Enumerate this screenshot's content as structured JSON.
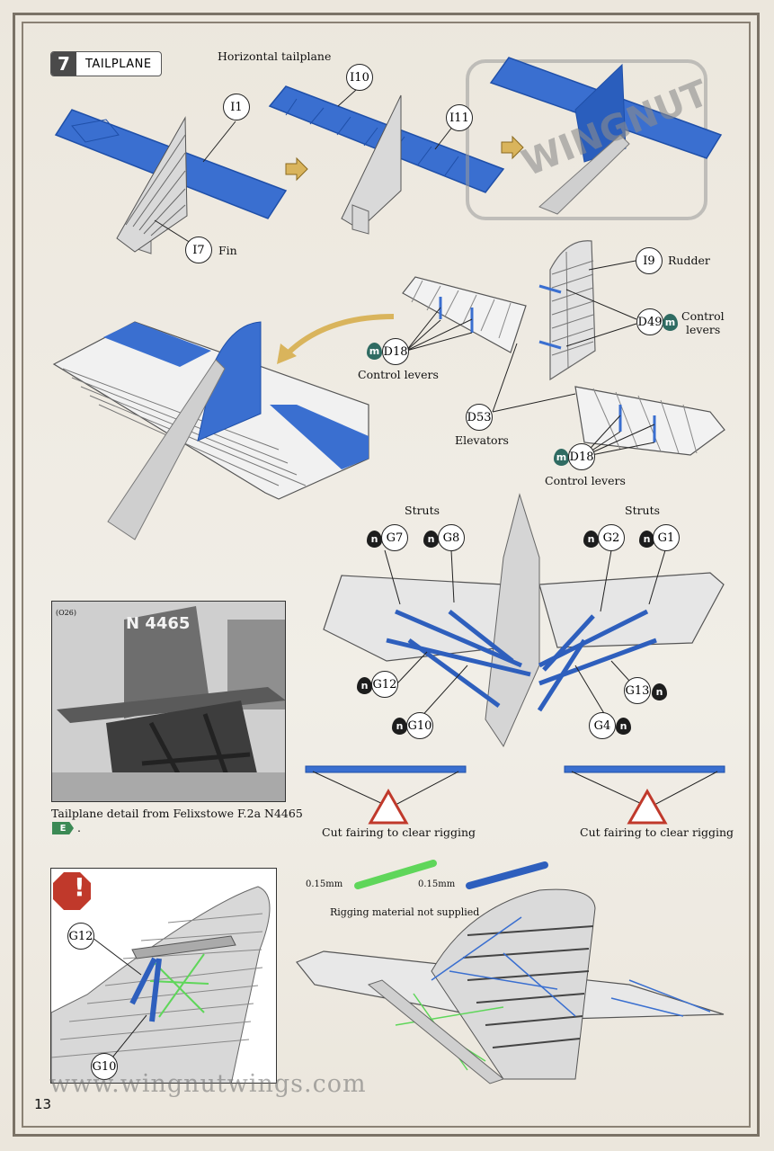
{
  "step": {
    "number": "7",
    "title": "TAILPLANE"
  },
  "labels": {
    "horizontal_tailplane": "Horizontal tailplane",
    "fin": "Fin",
    "rudder": "Rudder",
    "control_levers_top": "Control",
    "control_levers_bottom": "levers",
    "control_levers_d18_upper": "Control levers",
    "elevators": "Elevators",
    "control_levers_d18_lower": "Control levers",
    "struts_left": "Struts",
    "struts_right": "Struts",
    "photo_tag": "(O26)",
    "photo_tail_code": "N 4465",
    "caption": "Tailplane detail from Felixstowe F.2a N4465",
    "caption_end": ".",
    "cut_left": "Cut fairing to clear rigging",
    "cut_right": "Cut fairing to clear rigging",
    "rigging_size_green": "0.15mm",
    "rigging_size_blue": "0.15mm",
    "rigging_note": "Rigging material not supplied",
    "watermark": "www.wingnutwings.com",
    "logo": "WINGNUT",
    "page_number": "13",
    "badge_e": "E"
  },
  "parts": {
    "i1": "I1",
    "i10": "I10",
    "i11": "I11",
    "i7": "I7",
    "i9": "I9",
    "d49": "D49",
    "d18a": "D18",
    "d53": "D53",
    "d18b": "D18",
    "g7": "G7",
    "g8": "G8",
    "g2": "G2",
    "g1": "G1",
    "g12": "G12",
    "g13": "G13",
    "g10": "G10",
    "g4": "G4",
    "inset_g12": "G12",
    "inset_g10": "G10"
  },
  "paint": {
    "n": "n",
    "m": "m"
  },
  "colors": {
    "blue": "#3a6fd0",
    "blue_dark": "#1f4fa8",
    "green": "#5fd65a",
    "arrow": "#d9b45c",
    "grey": "#cfcfcf",
    "badge": "#3b8a55"
  }
}
